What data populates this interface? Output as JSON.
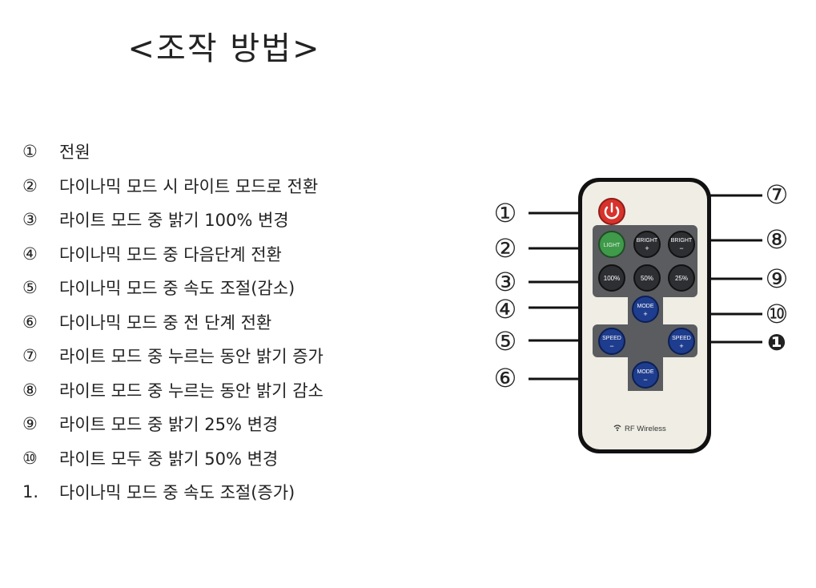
{
  "title": "<조작 방법>",
  "items": [
    {
      "num": "①",
      "text": "전원"
    },
    {
      "num": "②",
      "text": "다이나믹 모드 시 라이트 모드로 전환"
    },
    {
      "num": "③",
      "text": "라이트 모드 중 밝기 100% 변경"
    },
    {
      "num": "④",
      "text": "다이나믹 모드 중 다음단계 전환"
    },
    {
      "num": "⑤",
      "text": "다이나믹 모드 중 속도 조절(감소)"
    },
    {
      "num": "⑥",
      "text": "다이나믹 모드 중 전 단계 전환"
    },
    {
      "num": "⑦",
      "text": "라이트 모드 중 누르는 동안 밝기 증가"
    },
    {
      "num": "⑧",
      "text": "라이트 모드 중 누르는 동안 밝기 감소"
    },
    {
      "num": "⑨",
      "text": "라이트 모드 중 밝기 25% 변경"
    },
    {
      "num": "⑩",
      "text": "라이트 모두 중 밝기 50% 변경"
    },
    {
      "num": "1.",
      "text": "다이나믹 모드 중 속도 조절(증가)"
    }
  ],
  "remote": {
    "light": "LIGHT",
    "bright": "BRIGHT",
    "plus": "+",
    "minus": "−",
    "p100": "100%",
    "p50": "50%",
    "p25": "25%",
    "mode": "MODE",
    "speed": "SPEED",
    "brand": "RF Wireless"
  },
  "callouts": {
    "c1": "①",
    "c2": "②",
    "c3": "③",
    "c4": "④",
    "c5": "⑤",
    "c6": "⑥",
    "c7": "⑦",
    "c8": "⑧",
    "c9": "⑨",
    "c10": "⑩",
    "c11": "❶"
  },
  "colors": {
    "power": "#d8322c",
    "light": "#3f9a4a",
    "dark_button": "#2d2f33",
    "blue_button": "#1f3d8e",
    "remote_body": "#efede4",
    "keypad": "#5a5c60"
  }
}
